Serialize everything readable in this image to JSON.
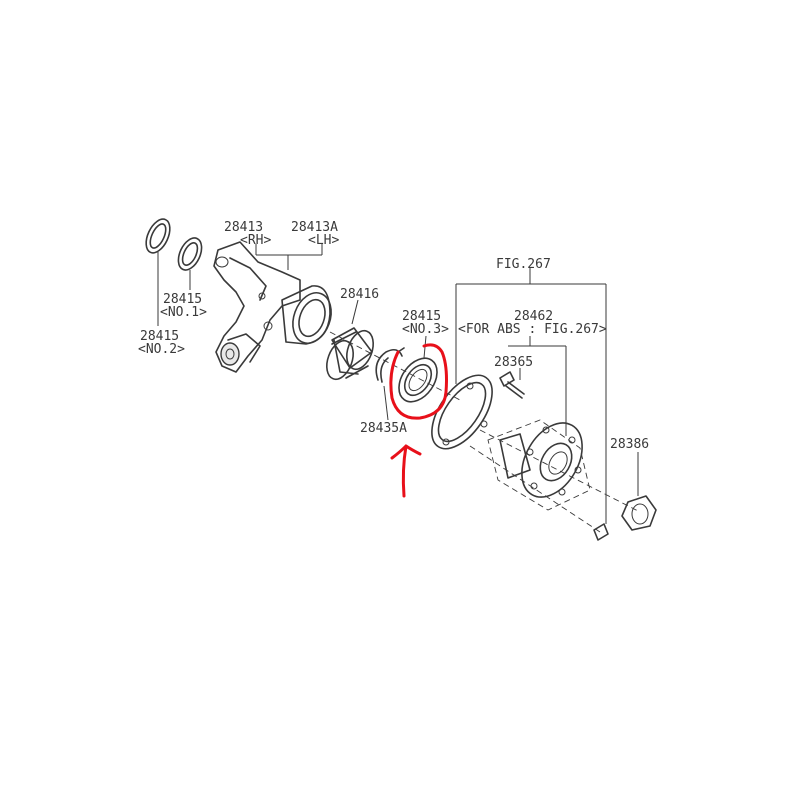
{
  "colors": {
    "line": "#3a3a3a",
    "highlight": "#e8101a",
    "background": "#ffffff"
  },
  "labels": {
    "knuckle_rh": "28413",
    "knuckle_rh_note": "<RH>",
    "knuckle_lh": "28413A",
    "knuckle_lh_note": "<LH>",
    "ring_no1": "28415",
    "ring_no1_note": "<NO.1>",
    "ring_no2": "28415",
    "ring_no2_note": "<NO.2>",
    "bearing": "28416",
    "ring_no3": "28415",
    "ring_no3_note": "<NO.3>",
    "snap_ring": "28435A",
    "fig_ref": "FIG.267",
    "hub": "28462",
    "hub_note": "<FOR ABS : FIG.267>",
    "bolt": "28365",
    "nut": "28386"
  },
  "annotation": {
    "icon": "red-circle-arrow-icon"
  }
}
